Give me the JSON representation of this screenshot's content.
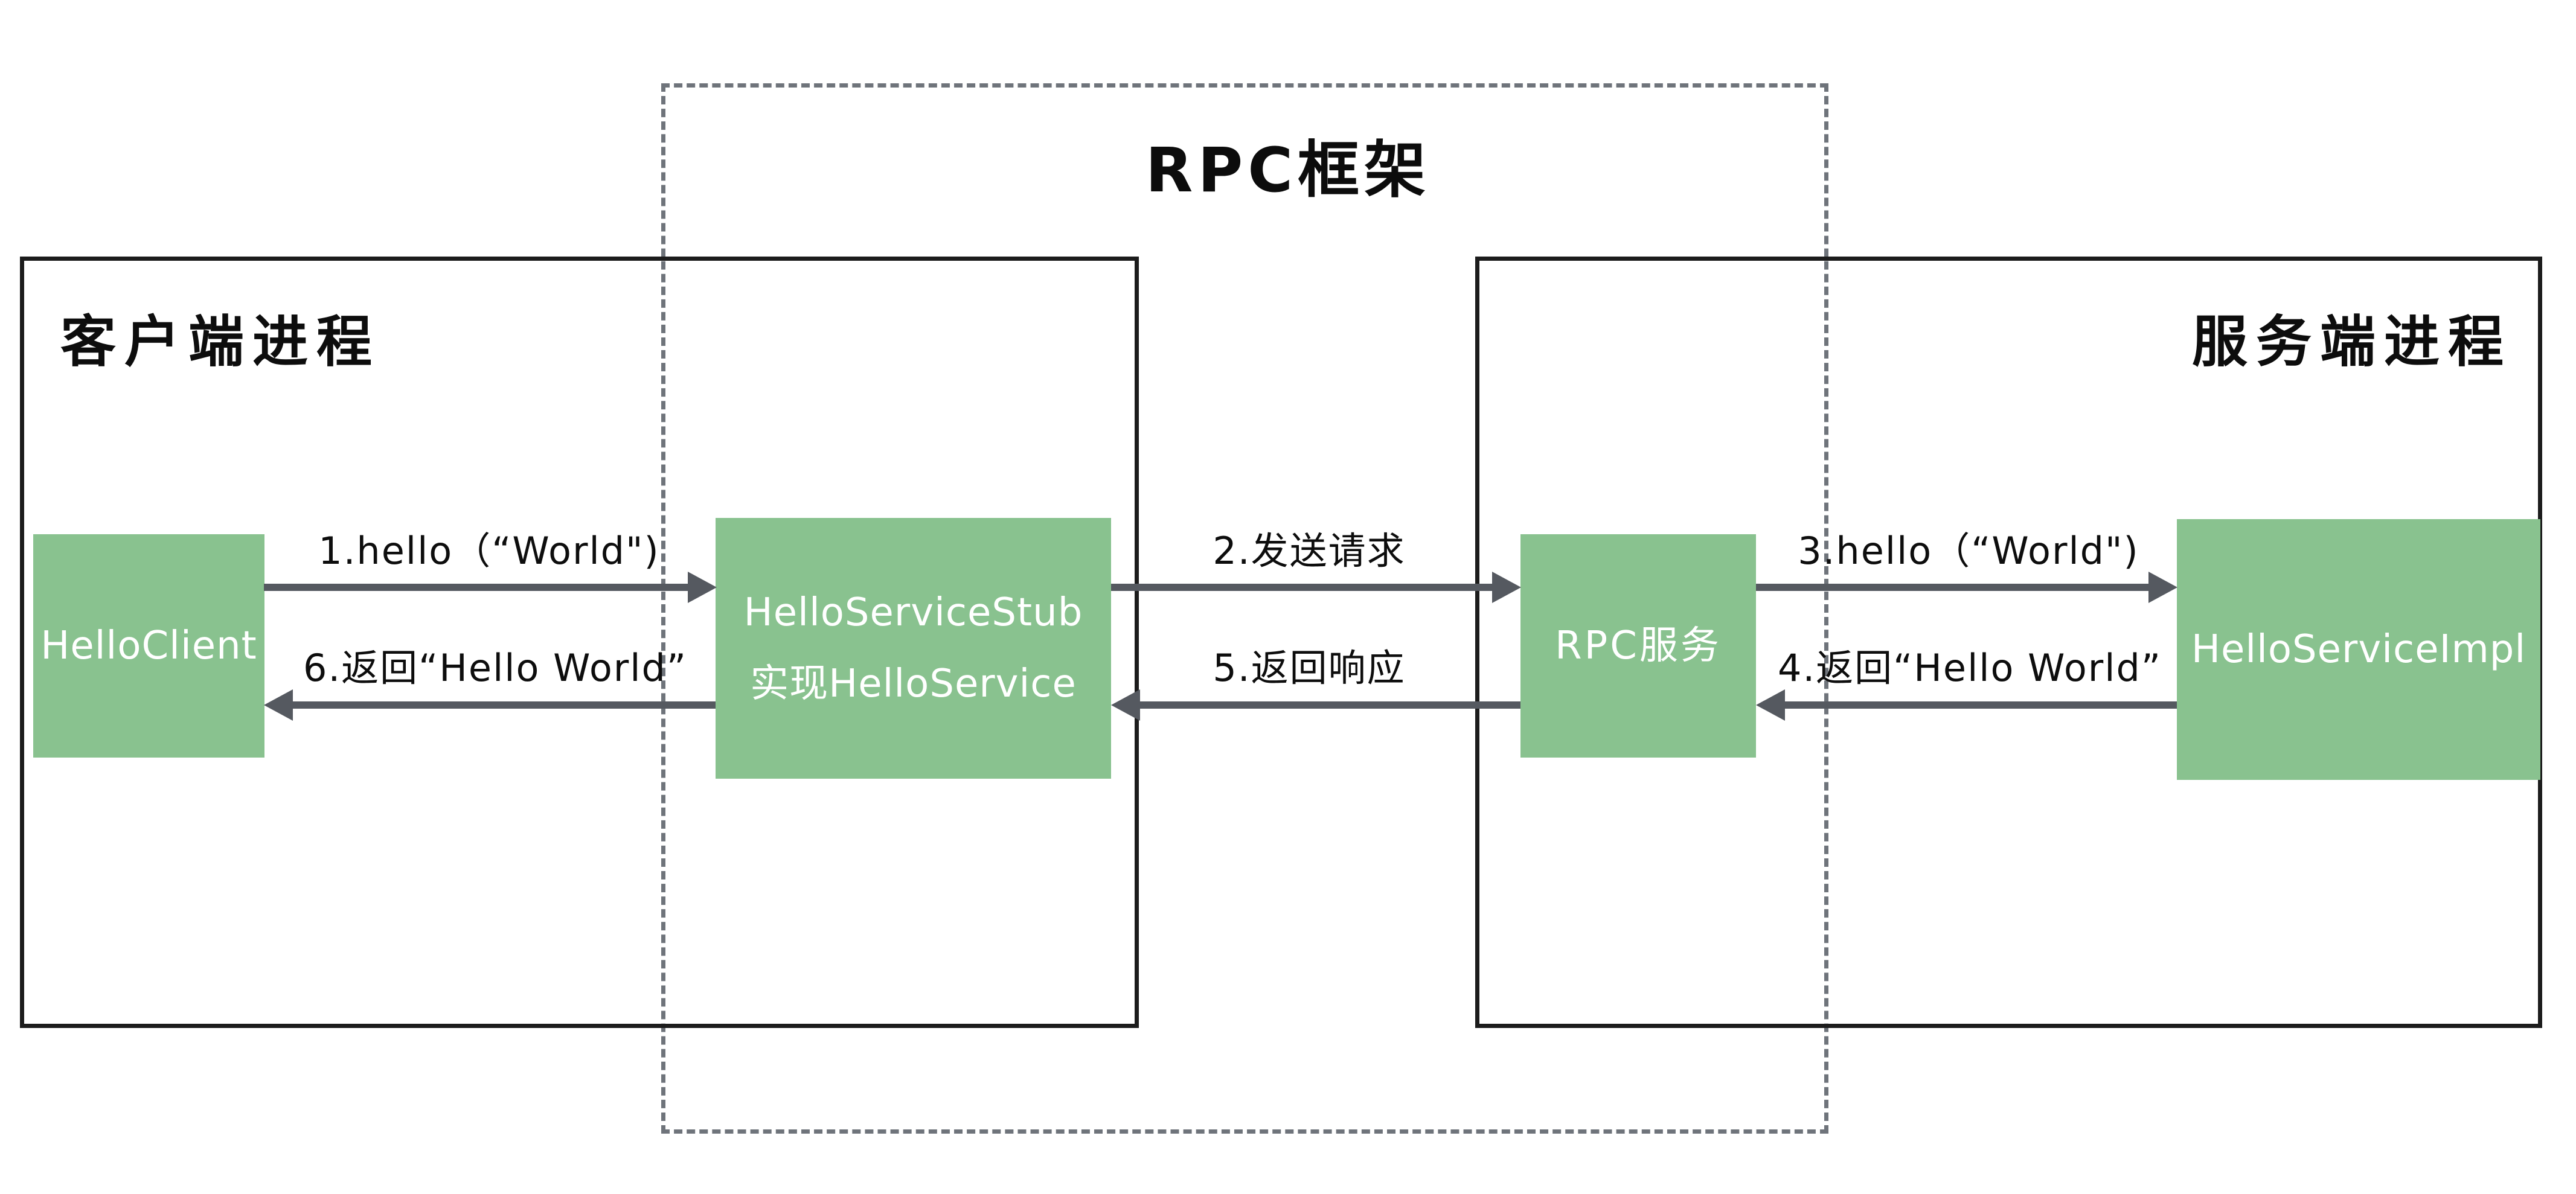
{
  "diagram": {
    "title": "RPC框架",
    "client_process": {
      "label": "客户端进程"
    },
    "server_process": {
      "label": "服务端进程"
    },
    "nodes": {
      "hello_client": {
        "label": "HelloClient"
      },
      "stub": {
        "line1": "HelloServiceStub",
        "line2": "实现HelloService"
      },
      "rpc_service": {
        "label": "RPC服务"
      },
      "impl": {
        "label": "HelloServiceImpl"
      }
    },
    "flows": [
      {
        "step": 1,
        "label": "1.hello（“World\")",
        "direction": "right"
      },
      {
        "step": 2,
        "label": "2.发送请求",
        "direction": "right"
      },
      {
        "step": 3,
        "label": "3.hello（“World\")",
        "direction": "right"
      },
      {
        "step": 4,
        "label": "4.返回“Hello World”",
        "direction": "left"
      },
      {
        "step": 5,
        "label": "5.返回响应",
        "direction": "left"
      },
      {
        "step": 6,
        "label": "6.返回“Hello World”",
        "direction": "left"
      }
    ],
    "colors": {
      "node_fill": "#89c28f",
      "node_text": "#ffffff",
      "arrow": "#555960",
      "process_border": "#1c1c1c",
      "dashed_border": "#6f747b",
      "text": "#0d0d0d",
      "background": "#ffffff"
    }
  }
}
